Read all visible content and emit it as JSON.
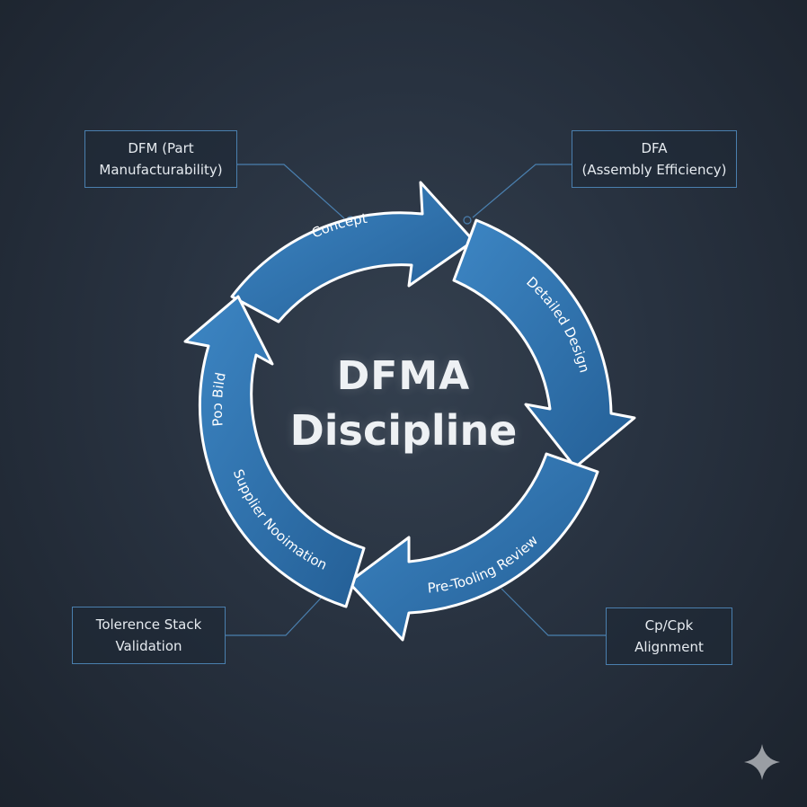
{
  "center": {
    "line1": "DFMA",
    "line2": "Discipline"
  },
  "stages": [
    {
      "label": "Concept"
    },
    {
      "label": "Detailed Design"
    },
    {
      "label": "Pre-Tooling Review"
    },
    {
      "label": "Supplier Nooimation"
    },
    {
      "label": "Poɔ Bild"
    }
  ],
  "callouts": [
    {
      "line1": "DFM (Part",
      "line2": "Manufacturability)"
    },
    {
      "line1": "DFA",
      "line2": "(Assembly Efficiency)"
    },
    {
      "line1": "Tolerence Stack",
      "line2": "Validation"
    },
    {
      "line1": "Cp/Cpk",
      "line2": "Alignment"
    }
  ],
  "colors": {
    "arrow": "#2f74b0",
    "arrow_edge": "#3aa0f0",
    "outline": "#ffffff",
    "callout_border": "#4a7fae",
    "connector": "#4a7fae"
  },
  "icons": {
    "watermark": "sparkle-star-icon"
  }
}
